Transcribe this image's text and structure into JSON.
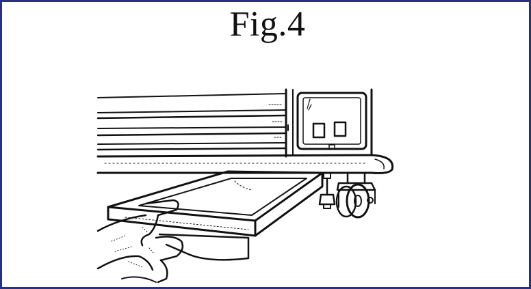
{
  "figure": {
    "title": "Fig.4"
  },
  "colors": {
    "frame": "#2a3080",
    "ink": "#111111",
    "paper": "#ffffff"
  },
  "illustration": {
    "parts": [
      "cabinet-base",
      "side-panel",
      "switch-panel",
      "leveling-foot",
      "caster-wheel",
      "drip-tray",
      "hand"
    ]
  }
}
